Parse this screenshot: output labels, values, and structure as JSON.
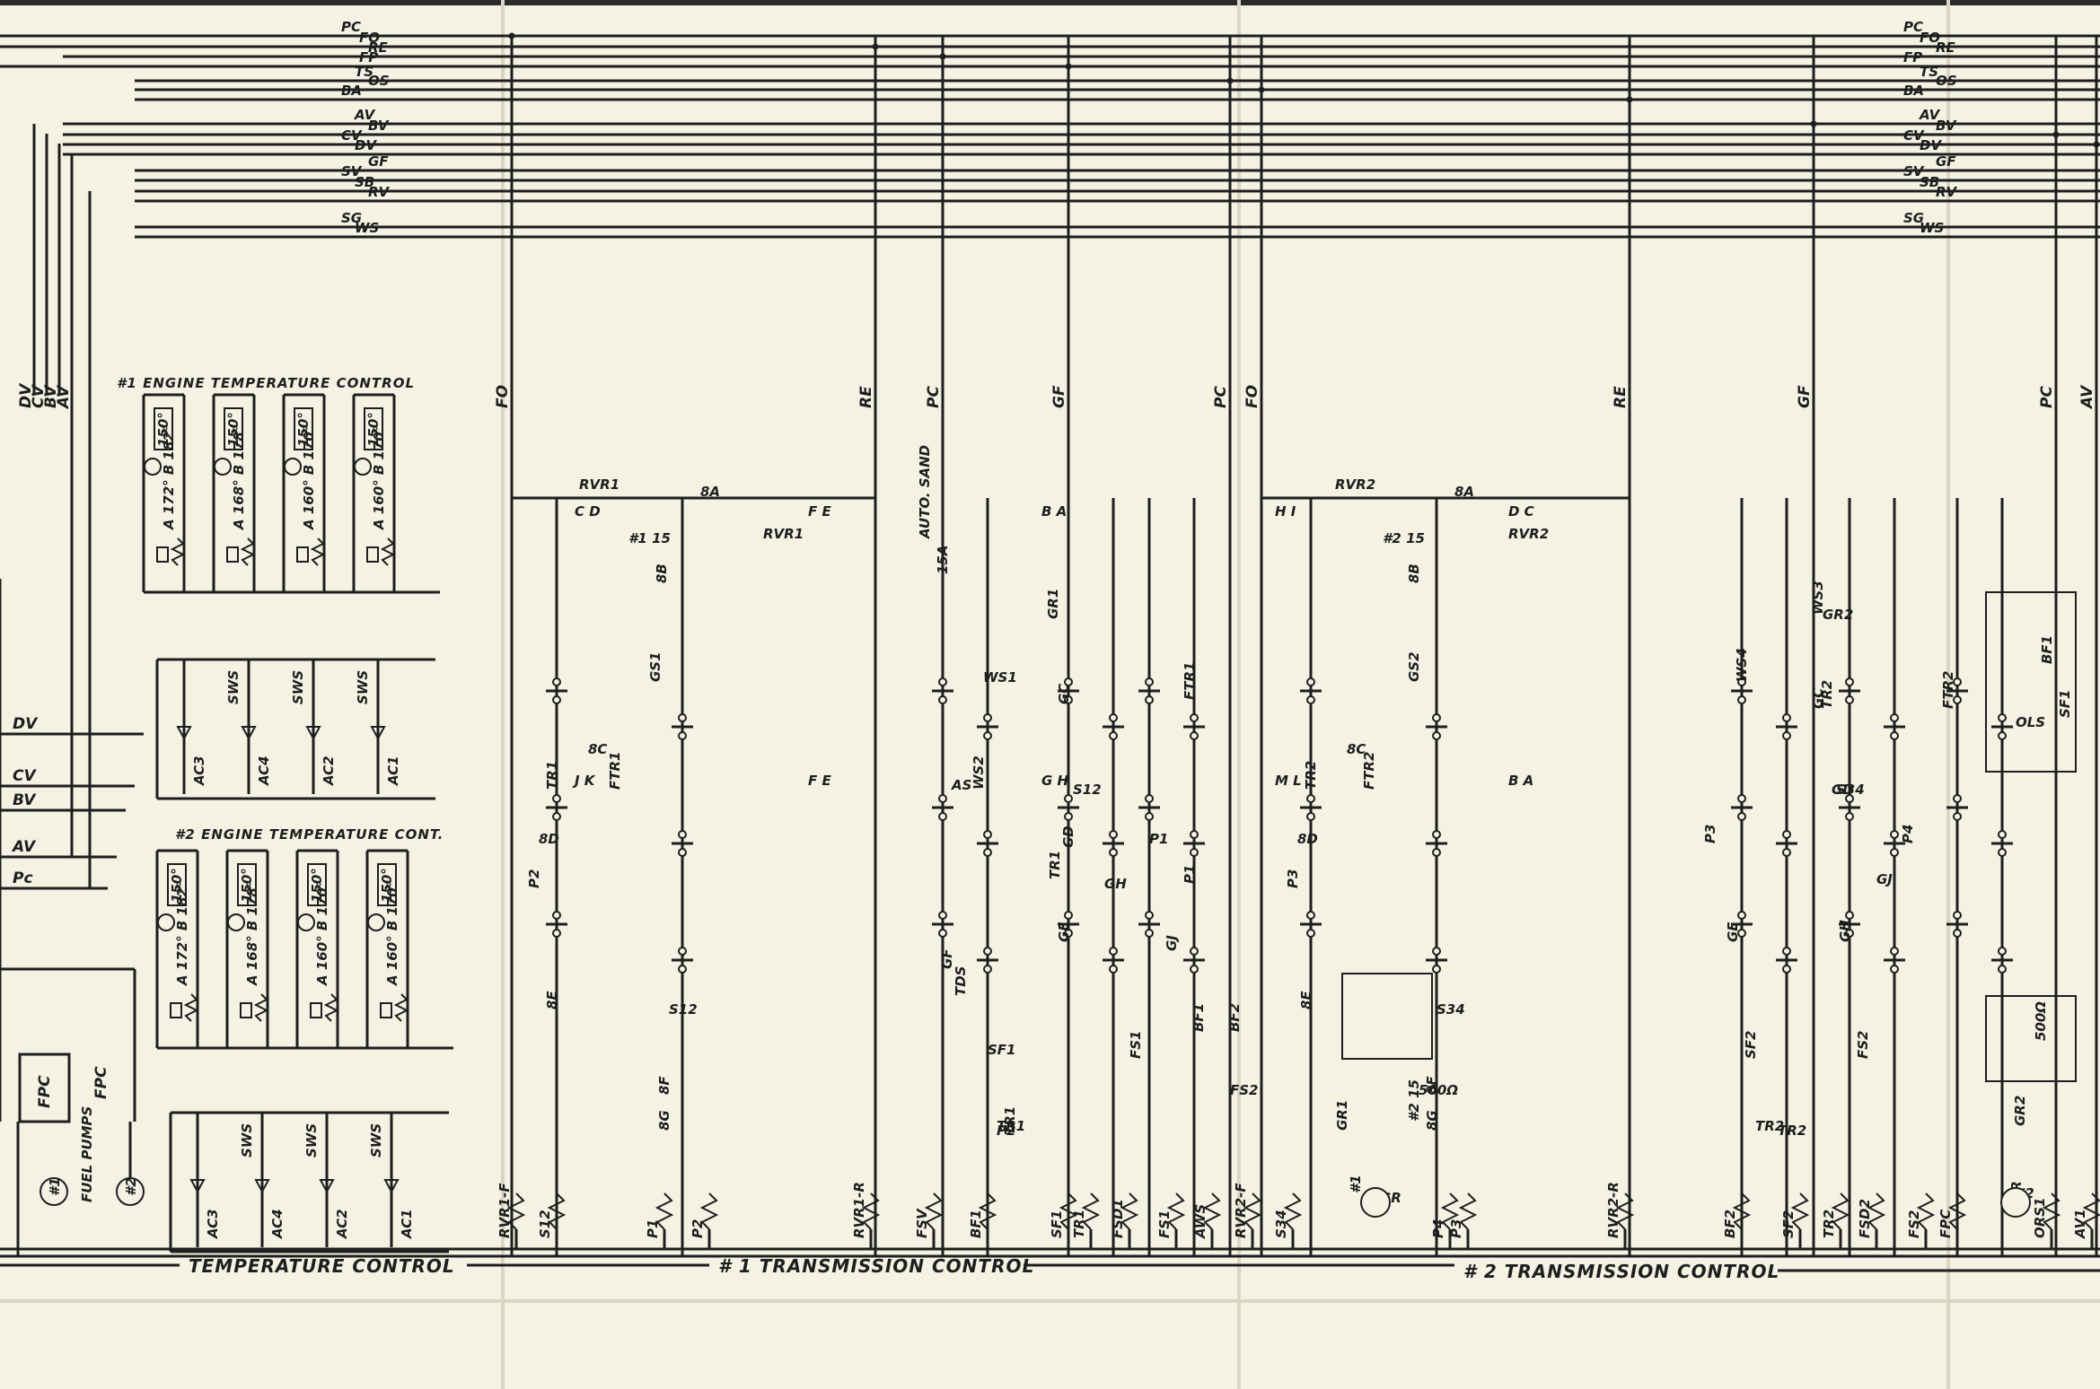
{
  "bus_left": [
    {
      "name": "PC",
      "y": 0
    },
    {
      "name": "FO",
      "y": 1
    },
    {
      "name": "RE",
      "y": 2
    },
    {
      "name": "FP",
      "y": 3
    },
    {
      "name": "TS",
      "y": 4
    },
    {
      "name": "OS",
      "y": 5
    },
    {
      "name": "BA",
      "y": 6
    },
    {
      "name": "AV",
      "y": 7
    },
    {
      "name": "BV",
      "y": 8
    },
    {
      "name": "CV",
      "y": 9
    },
    {
      "name": "DV",
      "y": 10
    },
    {
      "name": "GF",
      "y": 11
    },
    {
      "name": "SV",
      "y": 12
    },
    {
      "name": "SB",
      "y": 13
    },
    {
      "name": "RV",
      "y": 14
    },
    {
      "name": "SG",
      "y": 15
    },
    {
      "name": "WS",
      "y": 16
    }
  ],
  "bus_right_labels": [
    "PC",
    "FO",
    "RE",
    "FP",
    "TS",
    "OS",
    "BA",
    "AV",
    "BV",
    "CV",
    "DV",
    "GF",
    "SV",
    "SB",
    "RV",
    "SG",
    "WS"
  ],
  "left_margin_labels": [
    "DV",
    "CV",
    "BV",
    "AV"
  ],
  "left_side_feeds": [
    "DV",
    "CV",
    "BV",
    "AV",
    "Pc"
  ],
  "drop_labels": [
    "FO",
    "RE",
    "PC",
    "GF",
    "PC",
    "FO",
    "RE",
    "GF",
    "PC",
    "AV"
  ],
  "titles": {
    "eng1": "#1 ENGINE TEMPERATURE CONTROL",
    "eng2": "#2 ENGINE TEMPERATURE CONT."
  },
  "section_labels": {
    "temp": "TEMPERATURE CONTROL",
    "trans1": "# 1 TRANSMISSION CONTROL",
    "trans2": "# 2 TRANSMISSION CONTROL"
  },
  "fuel": {
    "label": "FUEL PUMPS",
    "fpc": "FPC",
    "p1": "#1",
    "p2": "#2"
  },
  "eng1_thermostats": [
    "150°",
    "150°",
    "150°",
    "150°"
  ],
  "eng1_ranges": [
    "A 172° B 182°",
    "A 168° B 178°",
    "A 160° B 170°",
    "A 160° B 170°"
  ],
  "eng2_thermostats": [
    "150°",
    "150°",
    "150°",
    "150°"
  ],
  "eng2_ranges": [
    "A 172° B 182°",
    "A 168° B 178°",
    "A 160° B 170°",
    "A 160° B 170°"
  ],
  "ac_labels": [
    "AC3",
    "AC4",
    "AC2",
    "AC1"
  ],
  "sws_labels": [
    "SWS",
    "SWS",
    "SWS"
  ],
  "bottom_loads": [
    "RVR1-F",
    "S12",
    "P1",
    "P2",
    "RVR1-R",
    "FSV",
    "BF1",
    "SF1",
    "TR1",
    "FSD1",
    "FS1",
    "AWS",
    "RVR2-F",
    "S34",
    "P4",
    "P3",
    "RVR2-R",
    "BF2",
    "SF2",
    "TR2",
    "FSD2",
    "FS2",
    "FPC",
    "ORS1",
    "AV1"
  ],
  "t1_devices": [
    "RVR1",
    "8A",
    "RVR1",
    "#1 15",
    "8B",
    "GS1",
    "8C",
    "TR1",
    "FTR1",
    "8D",
    "P2",
    "8E",
    "S12",
    "8F",
    "8G",
    "TR1",
    "AUTO. SAND",
    "15A",
    "AS",
    "GF",
    "TDS",
    "SF1",
    "TR1",
    "GR1",
    "WS1",
    "WS2",
    "GC",
    "S12",
    "TR1",
    "FTR1",
    "P1",
    "GD",
    "GE",
    "GH",
    "GJ",
    "P1",
    "P2",
    "FS1",
    "BF1",
    "FS2",
    "BF2"
  ],
  "t2_devices": [
    "RVR2",
    "8A",
    "RVR2",
    "#2 15",
    "8B",
    "GS2",
    "8C",
    "TR2",
    "FTR2",
    "8D",
    "P3",
    "8E",
    "S34",
    "8F",
    "8G",
    "TR2",
    "GR1",
    "#1",
    "GR",
    "WS3",
    "WS4",
    "GR2",
    "TR2",
    "FTR2",
    "S34",
    "P4",
    "GC",
    "GD",
    "GE",
    "GH",
    "GJ",
    "P3",
    "SF2",
    "TR2",
    "FS2",
    "GR2",
    "#2",
    "GR",
    "BF1",
    "OLS",
    "SF1",
    "500Ω",
    "500Ω",
    "#2 15"
  ],
  "contacts": [
    "C D",
    "F E",
    "B A",
    "H I",
    "D C",
    "J K",
    "F E",
    "G H",
    "M L",
    "B A"
  ]
}
